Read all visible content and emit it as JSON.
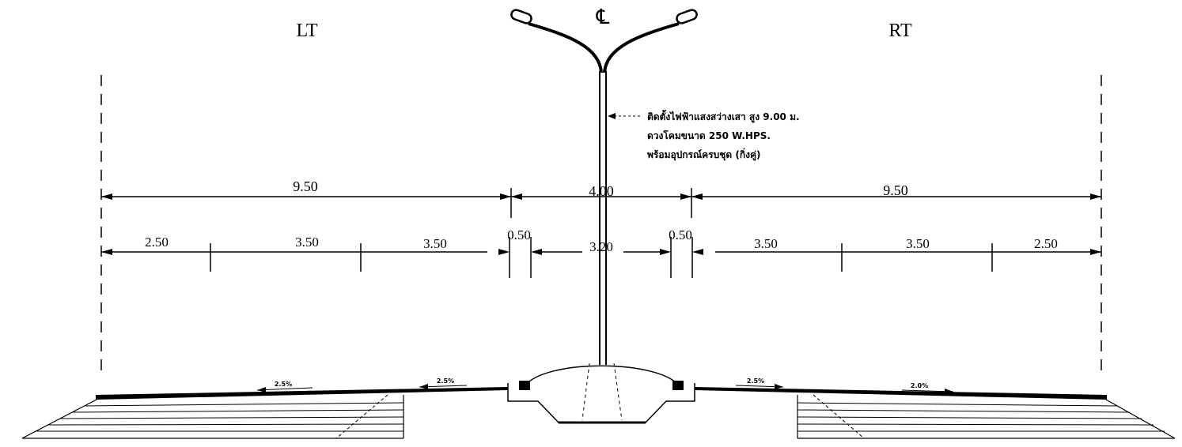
{
  "labels": {
    "left_side": "LT",
    "right_side": "RT",
    "centerline": "℄"
  },
  "overall_dimensions": {
    "left": "9.50",
    "median": "4.00",
    "right": "9.50"
  },
  "lane_dimensions": {
    "left_shoulder": "2.50",
    "left_lane_outer": "3.50",
    "left_lane_inner": "3.50",
    "left_curb": "0.50",
    "median_width": "3.20",
    "right_curb": "0.50",
    "right_lane_inner": "3.50",
    "right_lane_outer": "3.50",
    "right_shoulder": "2.50"
  },
  "slopes": {
    "left_outer": "2.5%",
    "left_inner": "2.5%",
    "right_inner": "2.5%",
    "right_outer": "2.0%"
  },
  "lamp_note": {
    "line1": "ติดตั้งไฟฟ้าแสงสว่างเสา สูง 9.00 ม.",
    "line2": "ดวงโคมขนาด 250 W.HPS.",
    "line3": "พร้อมอุปกรณ์ครบชุด (กิ่งคู่)"
  }
}
